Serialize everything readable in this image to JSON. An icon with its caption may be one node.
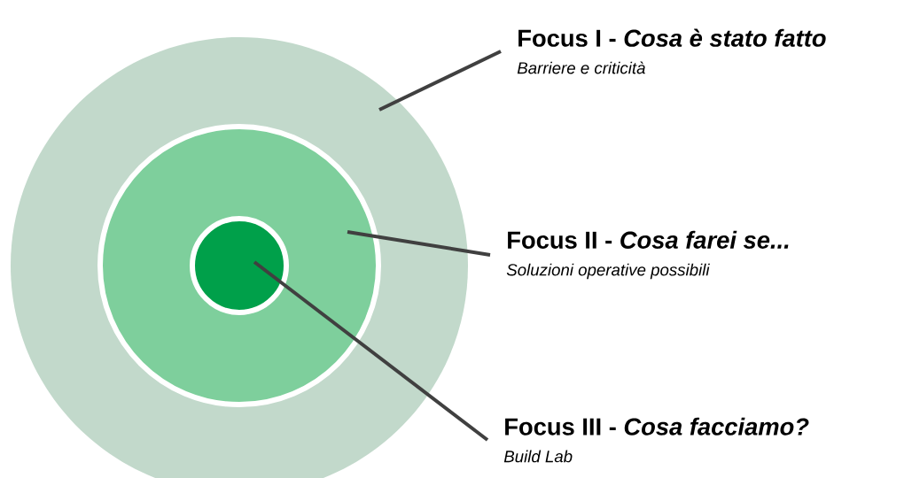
{
  "diagram": {
    "nodes": [
      {
        "text": [],
        "shape": "circle"
      },
      {
        "text": [],
        "shape": "circle",
        "in": 0
      },
      {
        "text": [],
        "shape": "circle",
        "in": 1
      },
      {
        "text": [
          "Focus I - *Cosa è stato fatto*",
          "Barriere e criticità"
        ]
      },
      {
        "text": [
          "Focus II - *Cosa  farei se...*",
          "Soluzioni  operative possibili"
        ]
      },
      {
        "text": [
          "Focus III - *Cosa facciamo?*",
          "Build Lab"
        ]
      }
    ],
    "edges": [
      {
        "from": 3,
        "to": 0,
        "arrow": "none"
      },
      {
        "from": 4,
        "to": 1,
        "arrow": "none"
      },
      {
        "from": 5,
        "to": 2,
        "arrow": "none"
      }
    ]
  }
}
